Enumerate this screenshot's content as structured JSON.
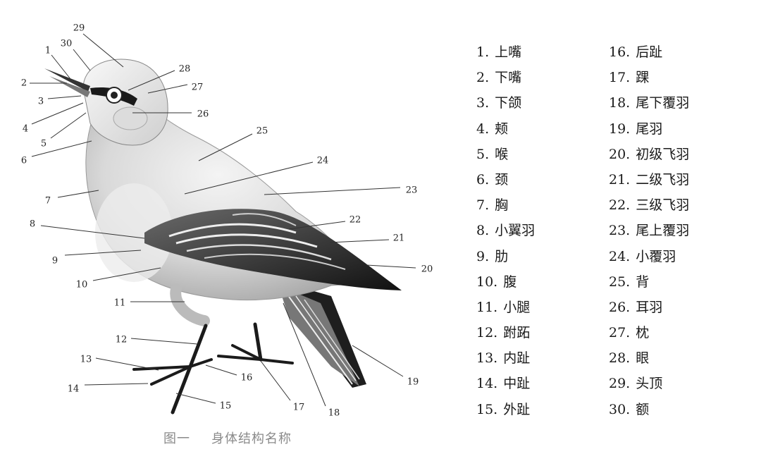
{
  "caption": {
    "figure": "图一",
    "title": "身体结构名称"
  },
  "labels": [
    "1",
    "2",
    "3",
    "4",
    "5",
    "6",
    "7",
    "8",
    "9",
    "10",
    "11",
    "12",
    "13",
    "14",
    "15",
    "16",
    "17",
    "18",
    "19",
    "20",
    "21",
    "22",
    "23",
    "24",
    "25",
    "26",
    "27",
    "28",
    "29",
    "30"
  ],
  "legend": {
    "left": [
      {
        "num": "1.",
        "name": "上嘴"
      },
      {
        "num": "2.",
        "name": "下嘴"
      },
      {
        "num": "3.",
        "name": "下颌"
      },
      {
        "num": "4.",
        "name": "颊"
      },
      {
        "num": "5.",
        "name": "喉"
      },
      {
        "num": "6.",
        "name": "颈"
      },
      {
        "num": "7.",
        "name": "胸"
      },
      {
        "num": "8.",
        "name": "小翼羽"
      },
      {
        "num": "9.",
        "name": "肋"
      },
      {
        "num": "10.",
        "name": "腹"
      },
      {
        "num": "11.",
        "name": "小腿"
      },
      {
        "num": "12.",
        "name": "跗跖"
      },
      {
        "num": "13.",
        "name": "内趾"
      },
      {
        "num": "14.",
        "name": "中趾"
      },
      {
        "num": "15.",
        "name": "外趾"
      }
    ],
    "right": [
      {
        "num": "16.",
        "name": "后趾"
      },
      {
        "num": "17.",
        "name": "踝"
      },
      {
        "num": "18.",
        "name": "尾下覆羽"
      },
      {
        "num": "19.",
        "name": "尾羽"
      },
      {
        "num": "20.",
        "name": "初级飞羽"
      },
      {
        "num": "21.",
        "name": "二级飞羽"
      },
      {
        "num": "22.",
        "name": "三级飞羽"
      },
      {
        "num": "23.",
        "name": "尾上覆羽"
      },
      {
        "num": "24.",
        "name": "小覆羽"
      },
      {
        "num": "25.",
        "name": "背"
      },
      {
        "num": "26.",
        "name": "耳羽"
      },
      {
        "num": "27.",
        "name": "枕"
      },
      {
        "num": "28.",
        "name": "眼"
      },
      {
        "num": "29.",
        "name": "头顶"
      },
      {
        "num": "30.",
        "name": "额"
      }
    ]
  }
}
